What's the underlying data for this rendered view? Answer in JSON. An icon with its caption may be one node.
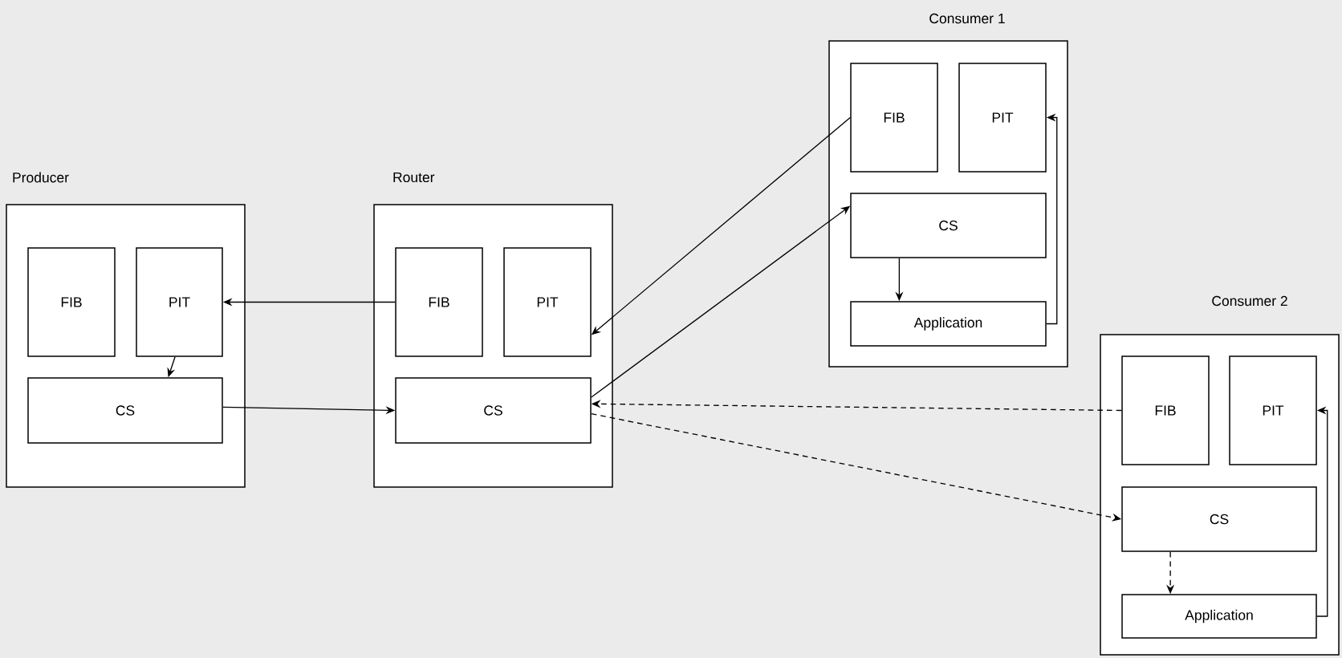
{
  "diagram": {
    "nodes": [
      {
        "text": [
          "Producer"
        ]
      },
      {
        "text": [
          "FIB"
        ],
        "in": 0
      },
      {
        "text": [
          "PIT"
        ],
        "in": 0
      },
      {
        "text": [
          "CS"
        ],
        "in": 0
      },
      {
        "text": [
          "Router"
        ]
      },
      {
        "text": [
          "FIB"
        ],
        "in": 4
      },
      {
        "text": [
          "PIT"
        ],
        "in": 4
      },
      {
        "text": [
          "CS"
        ],
        "in": 4
      },
      {
        "text": [
          "Consumer 1"
        ]
      },
      {
        "text": [
          "FIB"
        ],
        "in": 8
      },
      {
        "text": [
          "PIT"
        ],
        "in": 8
      },
      {
        "text": [
          "CS"
        ],
        "in": 8
      },
      {
        "text": [
          "Application"
        ],
        "in": 8
      },
      {
        "text": [
          "Consumer 2"
        ]
      },
      {
        "text": [
          "FIB"
        ],
        "in": 13
      },
      {
        "text": [
          "PIT"
        ],
        "in": 13
      },
      {
        "text": [
          "CS"
        ],
        "in": 13
      },
      {
        "text": [
          "Application"
        ],
        "in": 13
      }
    ],
    "edges": [
      {
        "from": 5,
        "to": 2,
        "arrow": "to"
      },
      {
        "from": 2,
        "to": 3,
        "arrow": "to"
      },
      {
        "from": 3,
        "to": 7,
        "arrow": "to"
      },
      {
        "from": 9,
        "to": 6,
        "arrow": "to"
      },
      {
        "from": 7,
        "to": 11,
        "arrow": "to"
      },
      {
        "from": 11,
        "to": 12,
        "arrow": "to"
      },
      {
        "from": 12,
        "to": 10,
        "arrow": "to"
      },
      {
        "from": 14,
        "to": 7,
        "arrow": "to",
        "style": "dashed"
      },
      {
        "from": 7,
        "to": 16,
        "arrow": "to",
        "style": "dashed"
      },
      {
        "from": 16,
        "to": 17,
        "arrow": "to",
        "style": "dashed"
      },
      {
        "from": 17,
        "to": 15,
        "arrow": "to"
      }
    ]
  }
}
